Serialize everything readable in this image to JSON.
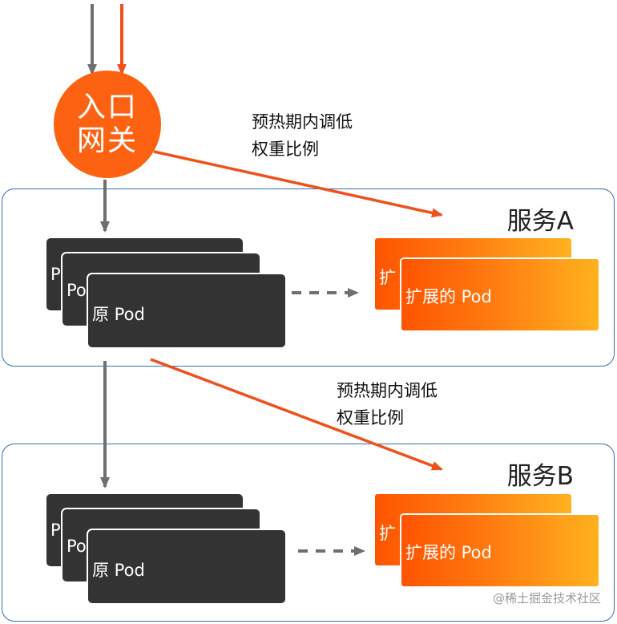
{
  "gateway": {
    "line1": "入口",
    "line2": "网关"
  },
  "annotations": [
    {
      "line1": "预热期内调低",
      "line2": "权重比例"
    },
    {
      "line1": "预热期内调低",
      "line2": "权重比例"
    }
  ],
  "services": [
    {
      "title": "服务A",
      "original_pods": [
        "P",
        "Po",
        "原 Pod"
      ],
      "expanded_pods": [
        "扩",
        "扩展的 Pod"
      ]
    },
    {
      "title": "服务B",
      "original_pods": [
        "P",
        "Po",
        "原 Pod"
      ],
      "expanded_pods": [
        "扩",
        "扩展的 Pod"
      ]
    }
  ],
  "watermark": "@稀土掘金技术社区",
  "colors": {
    "gray_arrow": "#6f6f6f",
    "orange_arrow": "#f0501c",
    "box_border": "#2f6fb3",
    "dark_pod": "#333333",
    "gateway": "#fd6212"
  }
}
